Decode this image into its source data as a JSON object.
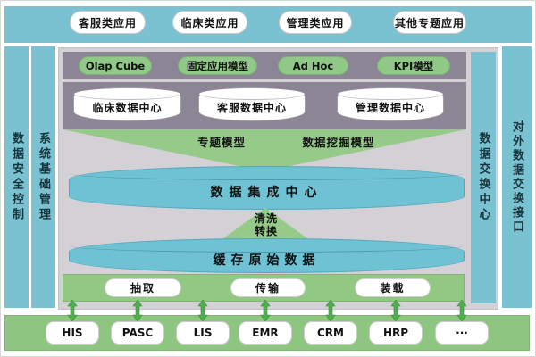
{
  "top_apps": [
    "客服类应用",
    "临床类应用",
    "管理类应用",
    "其他专题应用"
  ],
  "side_bars": {
    "left_outer": "数据安全控制",
    "left_inner": "系统基础管理",
    "right_inner": "数据交换中心",
    "right_outer": "对外数据交换接口"
  },
  "model_pills": [
    "Olap Cube",
    "固定应用模型",
    "Ad Hoc",
    "KPI模型"
  ],
  "data_centers": [
    "临床数据中心",
    "客服数据中心",
    "管理数据中心"
  ],
  "funnel_labels": [
    "专题模型",
    "数据挖掘模型"
  ],
  "integration_center": "数据集成中心",
  "transform_steps": {
    "line1": "清洗",
    "line2": "转换"
  },
  "cache_layer": "缓存原始数据",
  "etl_steps": [
    "抽取",
    "传输",
    "装载"
  ],
  "source_systems": [
    "HIS",
    "PASC",
    "LIS",
    "EMR",
    "CRM",
    "HRP",
    "···"
  ],
  "colors": {
    "teal_band": "#7ac2d2",
    "teal_cylinder": "#6fc2d4",
    "dark_panel": "#8b8595",
    "light_gray_panel": "#d3d1d5",
    "green_shape": "#95ca89",
    "green_band": "#92c884",
    "bottom_band": "#8ec580",
    "arrow_green": "#4fae4d",
    "box_white": "#ffffff",
    "text": "#111111"
  }
}
